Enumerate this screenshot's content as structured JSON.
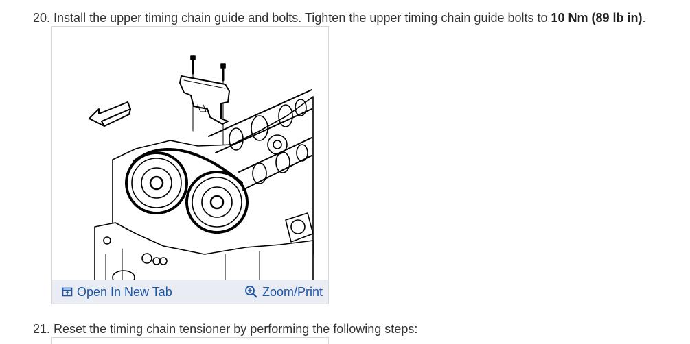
{
  "steps": [
    {
      "number": "20.",
      "text": "Install the upper timing chain guide and bolts. Tighten the upper timing chain guide bolts to ",
      "emphasis": "10 Nm (89 lb in)",
      "suffix": "."
    },
    {
      "number": "21.",
      "text": "Reset the timing chain tensioner by performing the following steps:"
    }
  ],
  "figure": {
    "open_label": "Open In New Tab",
    "zoom_label": "Zoom/Print",
    "open_icon": "open-new-tab-icon",
    "zoom_icon": "zoom-magnifier-icon",
    "link_color": "#1d56a8",
    "bar_color": "#e9ecf2"
  }
}
